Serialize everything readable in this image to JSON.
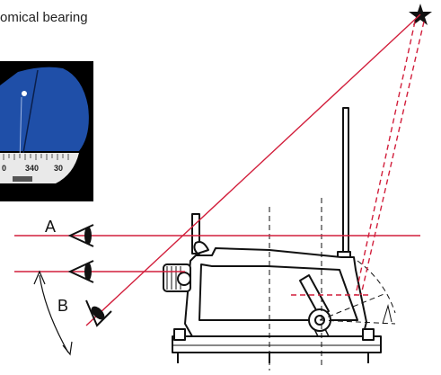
{
  "caption": "omical bearing",
  "labels": {
    "a": "A",
    "b": "B"
  },
  "scale_numbers": [
    "0",
    "340",
    "30"
  ],
  "colors": {
    "sight_line": "#d21f3c",
    "drawing": "#111111",
    "sky": "#1f4fa8",
    "panel": "#000000"
  },
  "icons": [
    "star-icon",
    "eye-icon"
  ]
}
